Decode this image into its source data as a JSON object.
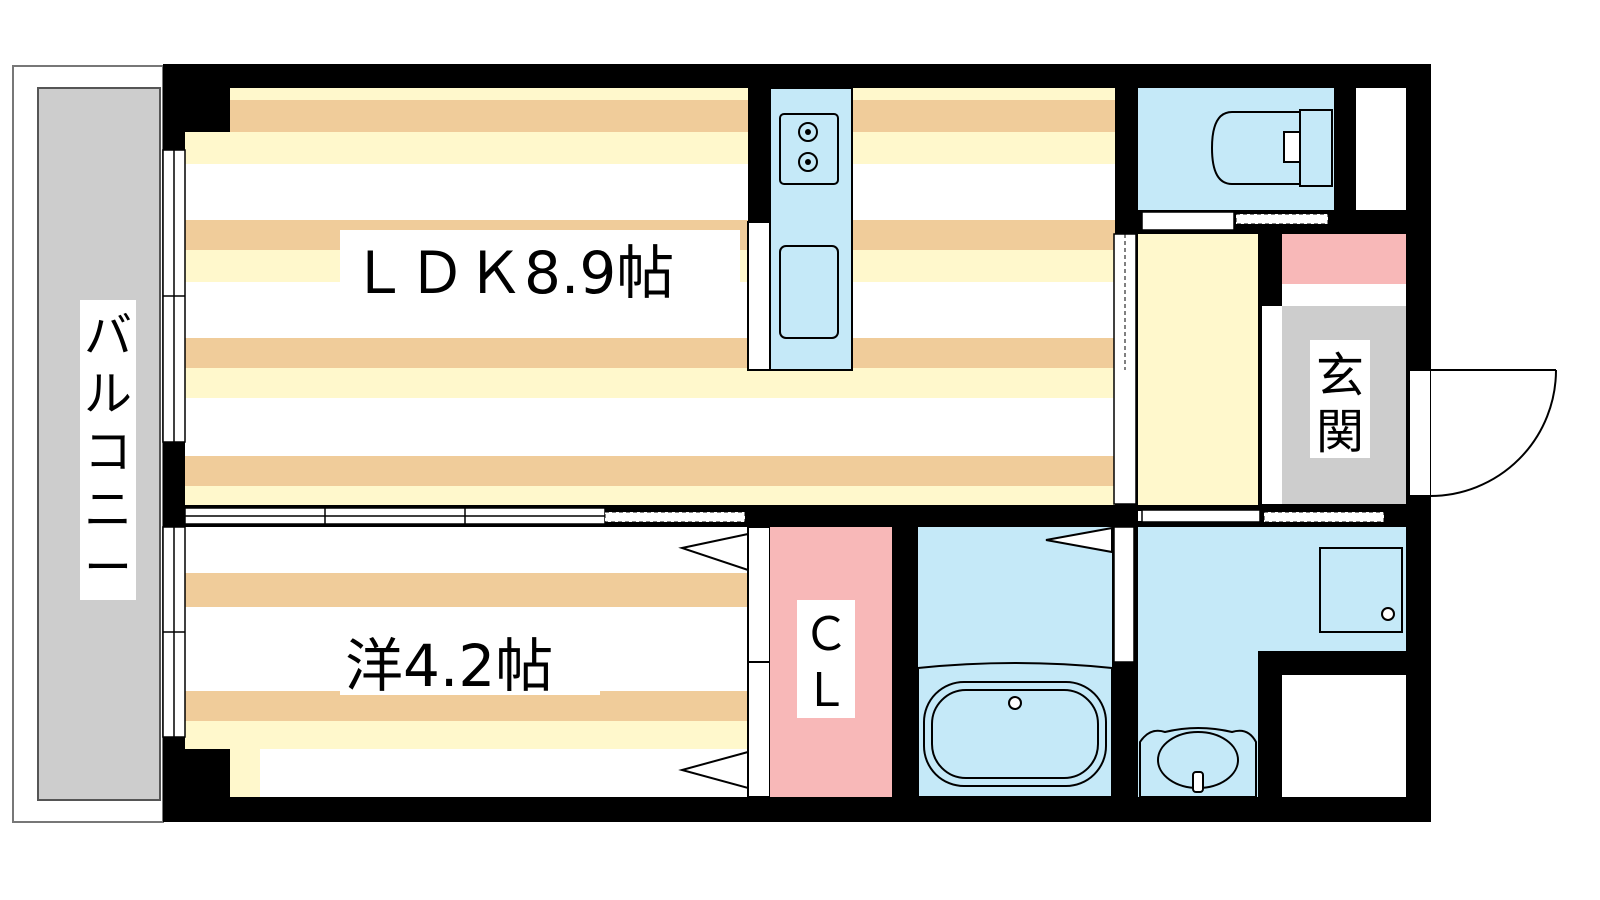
{
  "rooms": {
    "ldk": "ＬＤＫ8.9帖",
    "western": "洋4.2帖",
    "closet": [
      "Ｃ",
      "Ｌ"
    ],
    "entrance": [
      "玄",
      "関"
    ],
    "balcony": [
      "バ",
      "ル",
      "コ",
      "ニ",
      "ー"
    ]
  },
  "colors": {
    "wall": "#000000",
    "floor_light": "#fff8cc",
    "floor_stripe": "#f0cc9a",
    "water_area": "#c5e9f8",
    "closet": "#f8b8b8",
    "shoe_box": "#f8b8b8",
    "entrance_floor": "#cdcdcd",
    "balcony": "#cdcdcd",
    "hall": "#fff8cc"
  }
}
